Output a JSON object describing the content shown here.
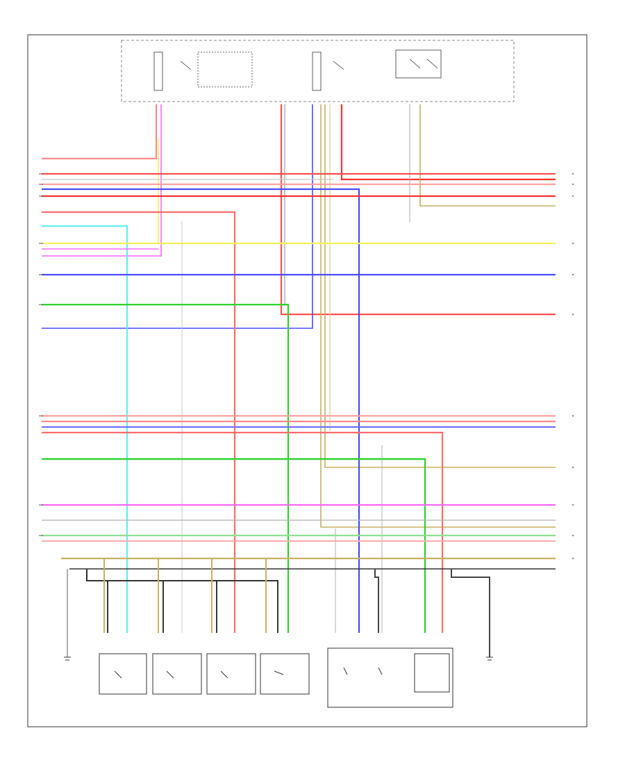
{
  "diagram": {
    "code": "",
    "footer_label": "",
    "title_hint": "",
    "connector_labels": {
      "left_connector": "",
      "right_connector": ""
    },
    "bottom_components": [
      {
        "id": "motor_1",
        "label": ""
      },
      {
        "id": "motor_2",
        "label": ""
      },
      {
        "id": "motor_3",
        "label": ""
      },
      {
        "id": "motor_4",
        "label": ""
      },
      {
        "id": "sensor_group",
        "label": ""
      },
      {
        "id": "ground_left",
        "label": ""
      },
      {
        "id": "ground_right",
        "label": ""
      }
    ],
    "wire_colors": {
      "red": "#ff6b6b",
      "red_dark": "#ff3030",
      "pink": "#ffa0a0",
      "blue": "#4a4aff",
      "green": "#2ed12e",
      "yellow": "#f2f25a",
      "cyan": "#5ff0f0",
      "magenta": "#ff66ff",
      "tan": "#c8b060",
      "gray": "#9a9a9a",
      "black": "#222222",
      "light_gray": "#c8c8c8"
    }
  }
}
